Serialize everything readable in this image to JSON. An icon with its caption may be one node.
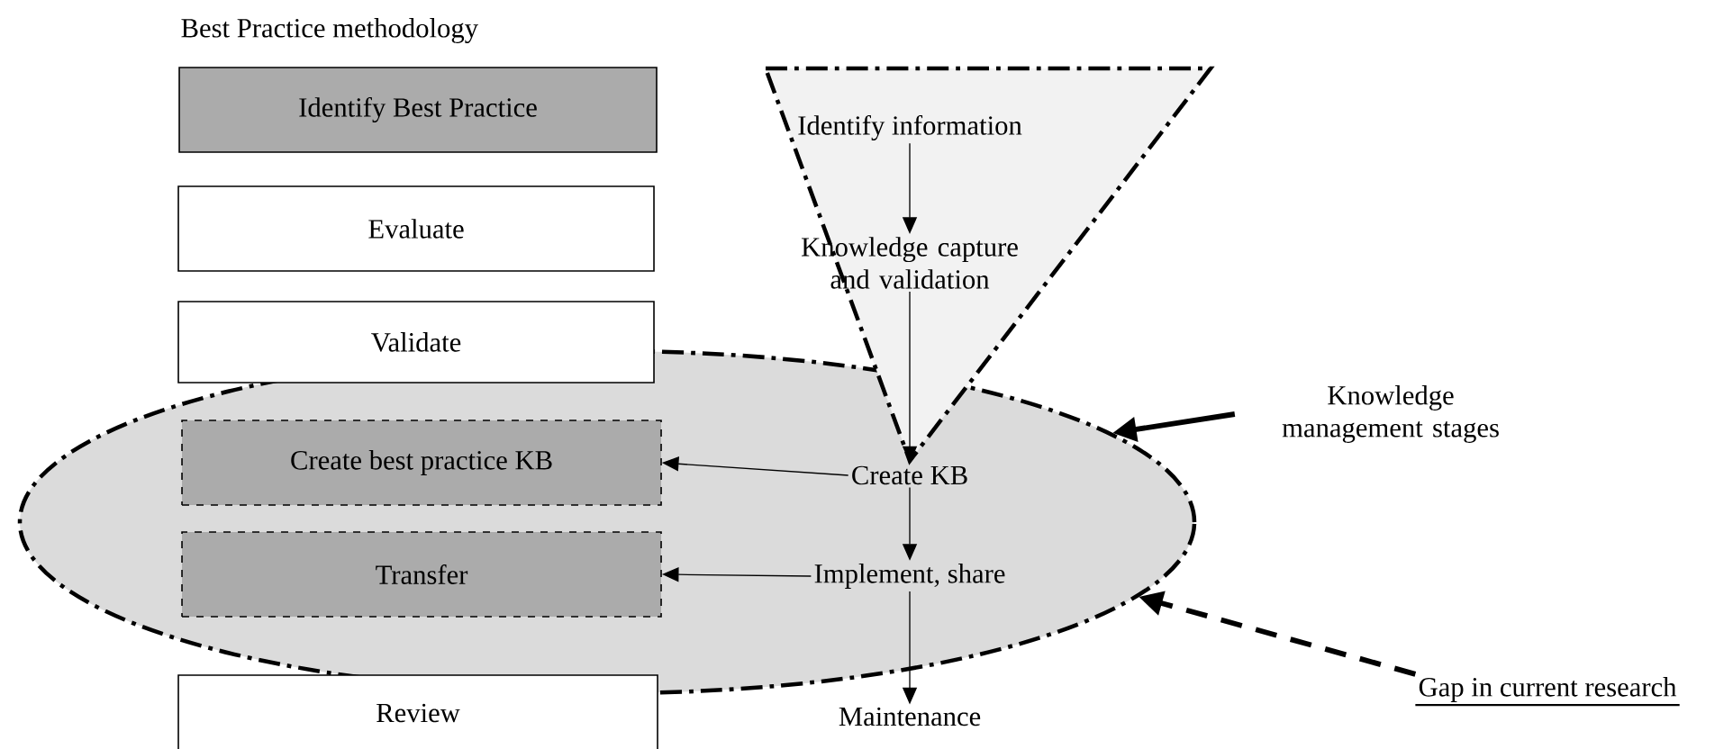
{
  "diagram": {
    "nodes": [
      {
        "text": [
          "Identify Best Practice"
        ],
        "beside": [
          "Best Practice methodology"
        ]
      },
      {
        "text": [],
        "shape": "triangle"
      },
      {
        "text": [
          "Identify information"
        ],
        "in": 1
      },
      {
        "text": [
          "Evaluate"
        ]
      },
      {
        "text": [
          "Knowledge capture and validation"
        ],
        "in": 1
      },
      {
        "text": [
          "Validate"
        ]
      },
      {
        "text": [],
        "shape": "ellipse"
      },
      {
        "text": [
          "Knowledge management stages"
        ]
      },
      {
        "text": [
          "Create best practice KB"
        ],
        "in": 6
      },
      {
        "text": [
          "Create KB"
        ],
        "in": 6
      },
      {
        "text": [
          "Transfer"
        ],
        "in": 6
      },
      {
        "text": [
          "Implement, share"
        ],
        "in": 6
      },
      {
        "text": [
          "Gap in current research"
        ]
      },
      {
        "text": [
          "Review"
        ]
      },
      {
        "text": [
          "Maintenance"
        ]
      }
    ],
    "edges": [
      {
        "from": 2,
        "to": 4,
        "arrow": "to"
      },
      {
        "from": 4,
        "to": 9,
        "arrow": "to"
      },
      {
        "from": 9,
        "to": 8,
        "arrow": "to"
      },
      {
        "from": 9,
        "to": 11,
        "arrow": "to"
      },
      {
        "from": 11,
        "to": 10,
        "arrow": "to"
      },
      {
        "from": 11,
        "to": 14,
        "arrow": "to"
      },
      {
        "from": 7,
        "to": 6,
        "arrow": "to",
        "style": "thick"
      },
      {
        "from": 12,
        "to": 6,
        "arrow": "to",
        "style": "dashed"
      }
    ]
  }
}
